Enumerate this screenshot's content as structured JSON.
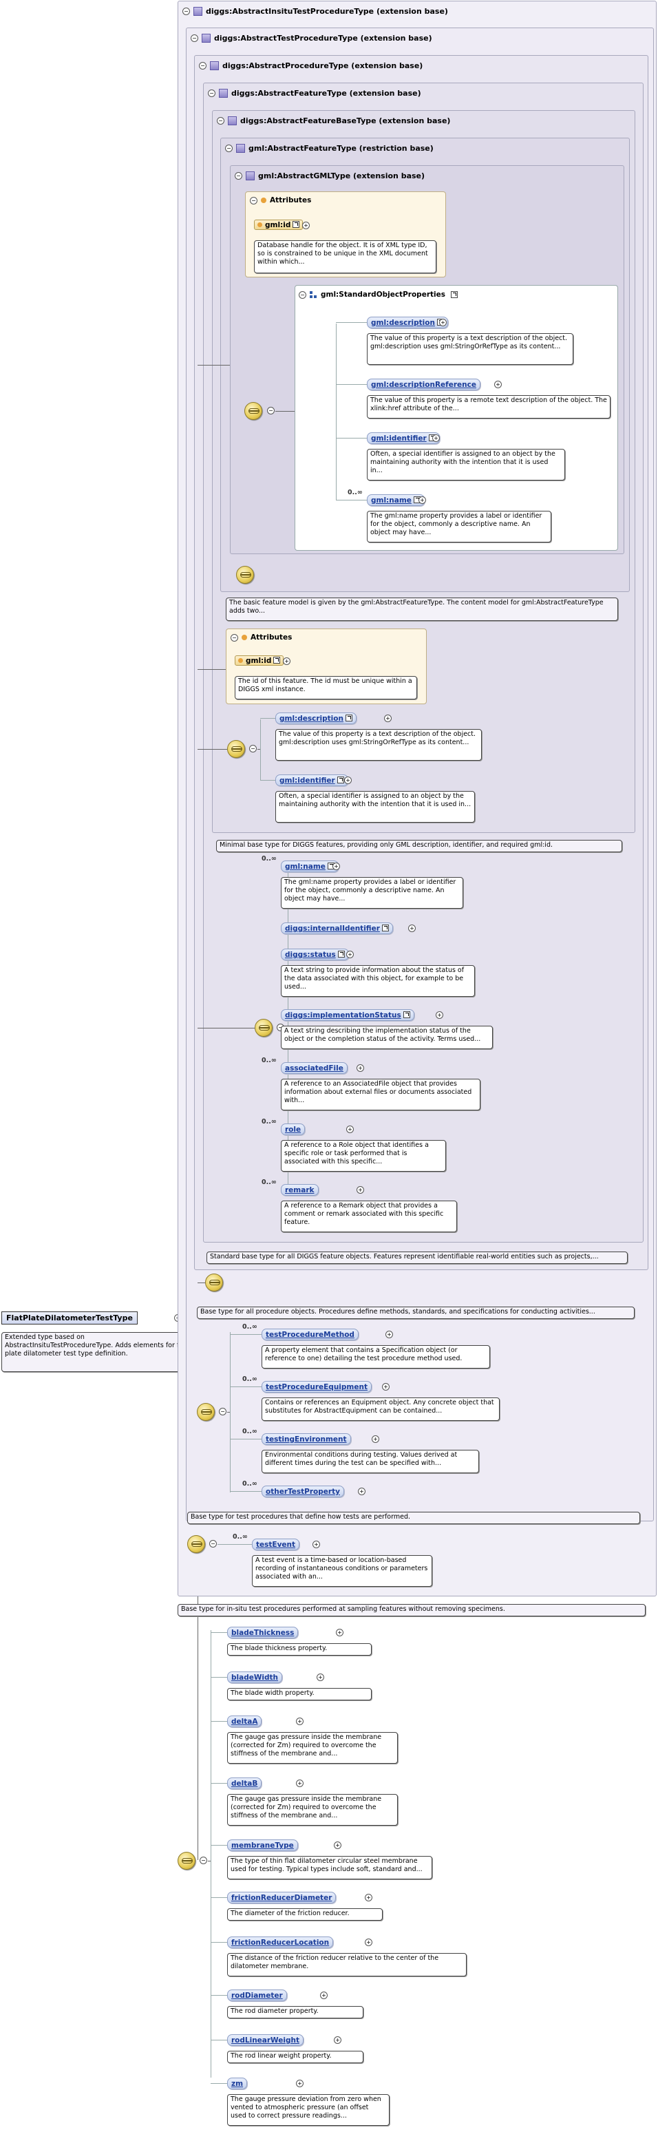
{
  "root": {
    "name": "FlatPlateDilatometerTestType",
    "description": "Extended type based on AbstractInsituTestProcedureType. Adds elements for flat plate dilatometer test type definition."
  },
  "ext_boxes": {
    "insitu": "diggs:AbstractInsituTestProcedureType (extension base)",
    "testproc": "diggs:AbstractTestProcedureType (extension base)",
    "procedure": "diggs:AbstractProcedureType (extension base)",
    "feature": "diggs:AbstractFeatureType (extension base)",
    "featurebase": "diggs:AbstractFeatureBaseType (extension base)",
    "gmlfeature": "gml:AbstractFeatureType (restriction base)",
    "gmlgml": "gml:AbstractGMLType (extension base)"
  },
  "attributes_label": "Attributes",
  "gml_attr": {
    "name": "gml:id",
    "desc": "Database handle for the object. It is of XML type ID, so is constrained to be unique in the XML document within which..."
  },
  "sop": {
    "name": "gml:StandardObjectProperties",
    "items": [
      {
        "name": "gml:description",
        "card": "",
        "desc": "The value of this property is a text description of the object. gml:description uses gml:StringOrRefType as its content..."
      },
      {
        "name": "gml:descriptionReference",
        "card": "",
        "desc": "The value of this property is a remote text description of the object. The xlink:href attribute of the..."
      },
      {
        "name": "gml:identifier",
        "card": "",
        "desc": "Often, a special identifier is assigned to an object by the maintaining authority with the intention that it is used in..."
      },
      {
        "name": "gml:name",
        "card": "0..∞",
        "desc": "The gml:name property provides a label or identifier for the object, commonly a descriptive name. An object may have..."
      }
    ]
  },
  "gmlfeature_note": "The basic feature model is given by the gml:AbstractFeatureType. The content model for gml:AbstractFeatureType adds two...",
  "fb_attr": {
    "name": "gml:id",
    "desc": "The id of this feature. The id must be unique within a DIGGS xml instance."
  },
  "fb_items": [
    {
      "name": "gml:description",
      "card": "",
      "desc": "The value of this property is a text description of the object. gml:description uses gml:StringOrRefType as its content..."
    },
    {
      "name": "gml:identifier",
      "card": "",
      "desc": "Often, a special identifier is assigned to an object by the maintaining authority with the intention that it is used in..."
    }
  ],
  "featurebase_note": "Minimal base type for DIGGS features, providing only GML description, identifier, and required gml:id.",
  "feature_items": [
    {
      "name": "gml:name",
      "card": "0..∞",
      "desc": "The gml:name property provides a label or identifier for the object, commonly a descriptive name. An object may have..."
    },
    {
      "name": "diggs:internalIdentifier",
      "card": "",
      "desc": ""
    },
    {
      "name": "diggs:status",
      "card": "",
      "desc": "A text string to provide information about the status of the data associated with this object, for example to be used..."
    },
    {
      "name": "diggs:implementationStatus",
      "card": "",
      "desc": "A text string describing the implementation status of the object or the completion status of the activity. Terms used..."
    },
    {
      "name": "associatedFile",
      "card": "0..∞",
      "desc": "A reference to an AssociatedFile object that provides information about external files or documents associated with..."
    },
    {
      "name": "role",
      "card": "0..∞",
      "desc": "A reference to a Role object that identifies a specific role or task performed that is associated with this specific..."
    },
    {
      "name": "remark",
      "card": "0..∞",
      "desc": "A reference to a Remark object that provides a comment or remark associated with this specific feature."
    }
  ],
  "feature_note": "Standard base type for all DIGGS feature objects. Features represent identifiable real-world entities such as projects,...",
  "procedure_note": "Base type for all procedure objects. Procedures define methods, standards, and specifications for conducting activities...",
  "testproc_items": [
    {
      "name": "testProcedureMethod",
      "card": "0..∞",
      "desc": "A property element that contains a Specification object (or reference to one) detailing the test procedure method used."
    },
    {
      "name": "testProcedureEquipment",
      "card": "0..∞",
      "desc": "Contains or references an Equipment object. Any concrete object that substitutes for AbstractEquipment can be contained..."
    },
    {
      "name": "testingEnvironment",
      "card": "0..∞",
      "desc": "Environmental conditions during testing. Values derived at different times during the test can be specified with..."
    },
    {
      "name": "otherTestProperty",
      "card": "0..∞",
      "desc": ""
    }
  ],
  "testproc_note": "Base type for test procedures that define how tests are performed.",
  "insitu_items": [
    {
      "name": "testEvent",
      "card": "0..∞",
      "desc": "A test event is a time-based or location-based recording of instantaneous conditions or parameters associated with an..."
    }
  ],
  "insitu_note": "Base type for in-situ test procedures performed at sampling features without removing specimens.",
  "dmt_items": [
    {
      "name": "bladeThickness",
      "desc": "The blade thickness property."
    },
    {
      "name": "bladeWidth",
      "desc": "The blade width property."
    },
    {
      "name": "deltaA",
      "desc": "The gauge gas pressure inside the membrane (corrected for Zm) required to overcome the stiffness of the membrane and..."
    },
    {
      "name": "deltaB",
      "desc": "The gauge gas pressure inside the membrane (corrected for Zm) required to overcome the stiffness of the membrane and..."
    },
    {
      "name": "membraneType",
      "desc": "The type of thin flat dilatometer circular steel membrane used for testing. Typical types include soft, standard and..."
    },
    {
      "name": "frictionReducerDiameter",
      "desc": "The diameter of the friction reducer."
    },
    {
      "name": "frictionReducerLocation",
      "desc": "The distance of the friction reducer relative to the center of the dilatometer membrane."
    },
    {
      "name": "rodDiameter",
      "desc": "The rod diameter property."
    },
    {
      "name": "rodLinearWeight",
      "desc": "The rod linear weight property."
    },
    {
      "name": "zm",
      "desc": "The gauge pressure deviation from zero when vented to atmospheric pressure (an offset used to correct pressure readings..."
    }
  ]
}
